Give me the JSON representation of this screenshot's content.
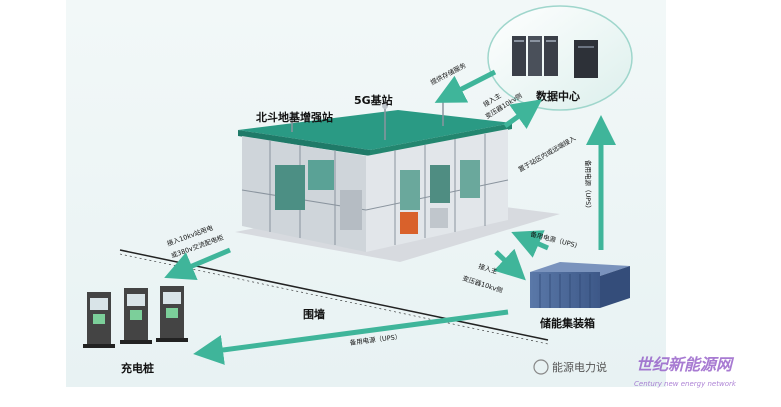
{
  "labels": {
    "beidou_station": "北斗地基增强站",
    "base_station_5g": "5G基站",
    "data_center": "数据中心",
    "storage_container": "储能集装箱",
    "charging_pile": "充电桩",
    "fence": "围墙"
  },
  "arrows": {
    "storage_service": "提供存储服务",
    "main_transformer_dc_1": "接入主",
    "main_transformer_dc_2": "变压器10kv侧",
    "dc_internal_1": "置于站区内或远端接入",
    "backup_power_vertical": "备用电源（UPS）",
    "backup_power_mid": "备用电源（UPS)",
    "main_transformer_storage_1": "接入主",
    "main_transformer_storage_2": "变压器10kv侧",
    "charging_1": "接入10kv站用电",
    "charging_2": "或380v交流配电柜",
    "backup_power_bottom": "备用电源（UPS）"
  },
  "watermark": {
    "channel": "能源电力说",
    "brand": "世纪新能源网",
    "brand_en": "Century new energy network"
  },
  "colors": {
    "roof": "#2a9a84",
    "arrow": "#3fb59a",
    "container": "#4a6797",
    "bubble": "#eef7f6",
    "watermark": "#8b4fc4"
  }
}
